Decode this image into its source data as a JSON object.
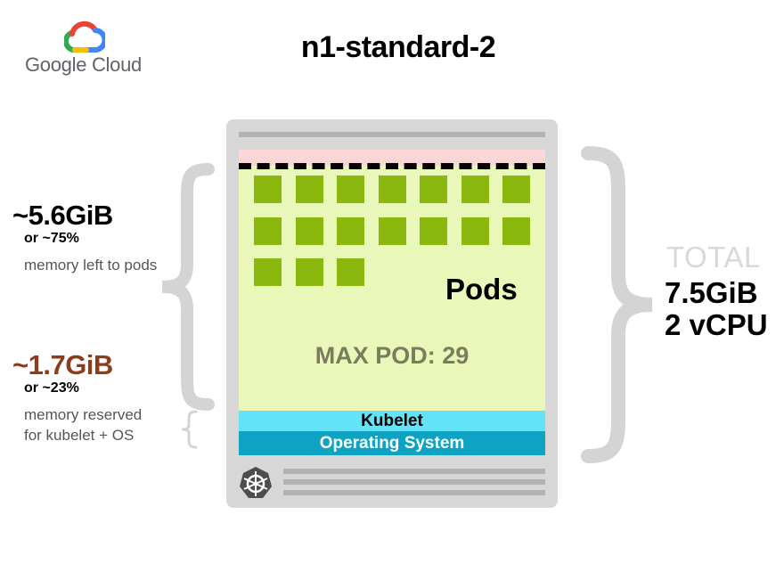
{
  "logo": {
    "text": "Google Cloud",
    "colors": {
      "red": "#ea4335",
      "yellow": "#fbbc05",
      "green": "#34a853",
      "blue": "#4285f4"
    }
  },
  "title": {
    "text": "n1-standard-2"
  },
  "node": {
    "pods_label": "Pods",
    "max_pod_label": "MAX POD: 29",
    "pod_count_shown": 17,
    "kubelet_label": "Kubelet",
    "os_label": "Operating System",
    "icon": "kubernetes-icon"
  },
  "left": {
    "pods_memory": {
      "value": "~5.6GiB",
      "percent": "or ~75%",
      "description": "memory left to pods"
    },
    "reserved_memory": {
      "value": "~1.7GiB",
      "percent": "or ~23%",
      "description": "memory reserved for kubelet + OS"
    }
  },
  "right": {
    "total_label": "TOTAL",
    "memory": "7.5GiB",
    "cpu": "2 vCPU"
  },
  "colors": {
    "pods_area": "#e9f7b8",
    "pod": "#8ab80f",
    "reserved_band": "#fbd6d6",
    "kubelet": "#65e3f6",
    "os": "#0fa3c3",
    "reserved_value": "#8b3d1c",
    "brace": "#d4d4d4"
  }
}
